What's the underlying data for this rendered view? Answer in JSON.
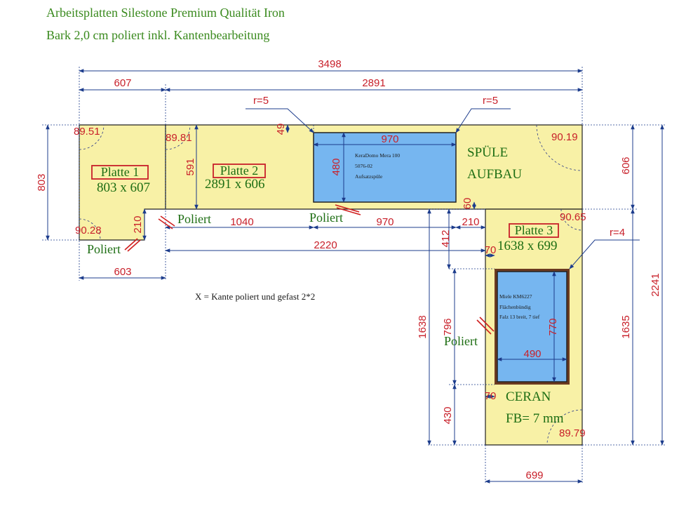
{
  "header": {
    "line1": "Arbeitsplatten Silestone Premium Qualität Iron",
    "line2": "Bark 2,0 cm poliert inkl. Kantenbearbeitung"
  },
  "dims": {
    "total_width": "3498",
    "w607": "607",
    "w2891": "2891",
    "r5_left": "r=5",
    "r5_right": "r=5",
    "d803": "803",
    "d591": "591",
    "d49": "49",
    "d970_top": "970",
    "d480": "480",
    "d606": "606",
    "d2241": "2241",
    "d1040": "1040",
    "d970_bottom": "970",
    "d210_left": "210",
    "d210_mid": "210",
    "d60": "60",
    "d412": "412",
    "d2220": "2220",
    "d70_top": "70",
    "d603": "603",
    "d1638": "1638",
    "d796": "796",
    "d1635": "1635",
    "d770": "770",
    "d490": "490",
    "d70_bottom": "70",
    "d430": "430",
    "d699": "699",
    "r4": "r=4"
  },
  "angles": {
    "a1": "89.51",
    "a2": "89.81",
    "a3": "90.19",
    "a4": "90.28",
    "a5": "90.65",
    "a6": "89.79"
  },
  "plates": [
    {
      "name": "Platte 1",
      "size": "803 x 607"
    },
    {
      "name": "Platte 2",
      "size": "2891 x 606"
    },
    {
      "name": "Platte 3",
      "size": "1638 x 699"
    }
  ],
  "labels": {
    "spuele": "SPÜLE",
    "aufbau": "AUFBAU",
    "poliert_1": "Poliert",
    "poliert_2": "Poliert",
    "poliert_3": "Poliert",
    "poliert_4": "Poliert",
    "ceran": "CERAN",
    "fb": "FB= 7 mm",
    "legend": "X = Kante poliert und gefast 2*2"
  },
  "sink": {
    "line1": "KeraDomo Mera 100",
    "line2": "5076-02",
    "line3": "Aufsatzspüle"
  },
  "hob": {
    "line1": "Miele KM6227",
    "line2": "Flächenbündig",
    "line3": "Falz 13 breit, 7 tief"
  },
  "colors": {
    "countertop": "#f8f1a6",
    "cutout": "#76b6f0",
    "dimension_text": "#c8202a",
    "label_text": "#1e6e14",
    "dimension_line": "#1c3c8c"
  }
}
